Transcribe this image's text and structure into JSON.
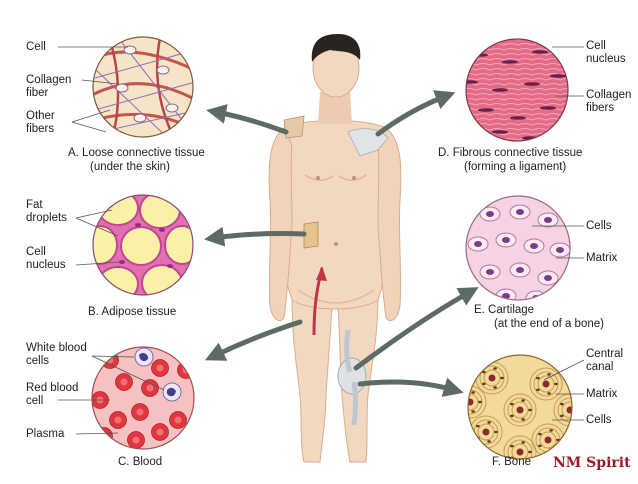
{
  "panels": {
    "loose": {
      "caption": [
        "A. Loose connective tissue",
        "(under the skin)"
      ],
      "labels": [
        "Cell",
        "Collagen",
        "fiber",
        "Other",
        "fibers"
      ]
    },
    "fibrous": {
      "caption": [
        "D. Fibrous connective tissue",
        "(forming a ligament)"
      ],
      "labels": [
        "Cell",
        "nucleus",
        "Collagen",
        "fibers"
      ]
    },
    "adipose": {
      "caption": [
        "B. Adipose tissue"
      ],
      "labels": [
        "Fat",
        "droplets",
        "Cell",
        "nucleus"
      ]
    },
    "cartilage": {
      "caption": [
        "E. Cartilage",
        "(at the end of a bone)"
      ],
      "labels": [
        "Cells",
        "Matrix"
      ]
    },
    "blood": {
      "caption": [
        "C. Blood"
      ],
      "labels": [
        "White blood",
        "cells",
        "Red blood",
        "cell",
        "Plasma"
      ]
    },
    "bone": {
      "caption": [
        "F. Bone"
      ],
      "labels": [
        "Central",
        "canal",
        "Matrix",
        "Cells"
      ]
    }
  },
  "brand": "NM Spirit",
  "colors": {
    "skin": "#f3d8c0",
    "skin_shade": "#e2b999",
    "hair": "#2a2420",
    "arrow": "#5d6b63",
    "fibrous_tissue": "#e46a86",
    "adipose_cells": "#f8f1a6",
    "cartilage_matrix": "#f6d3e4",
    "blood_plasma": "#f6c1c1",
    "red_cell": "#e0363e",
    "bone_matrix": "#f3d99a",
    "brand": "#a0172a"
  }
}
